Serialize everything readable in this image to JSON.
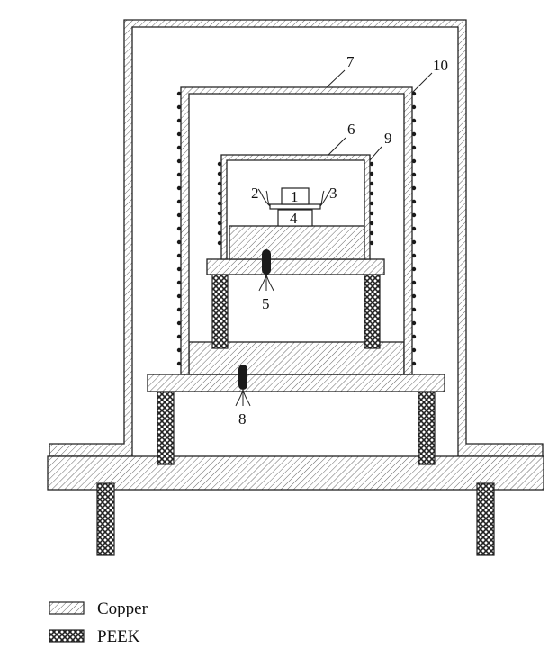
{
  "diagram": {
    "part_labels": {
      "p1": "1",
      "p2": "2",
      "p3": "3",
      "p4": "4",
      "p5": "5",
      "p6": "6",
      "p7": "7",
      "p8": "8",
      "p9": "9",
      "p10": "10"
    },
    "legend": {
      "copper": "Copper",
      "peek": "PEEK"
    },
    "colors": {
      "stroke": "#222222",
      "hatch": "#555555",
      "sensor": "#1a1a1a",
      "background": "#ffffff"
    }
  }
}
